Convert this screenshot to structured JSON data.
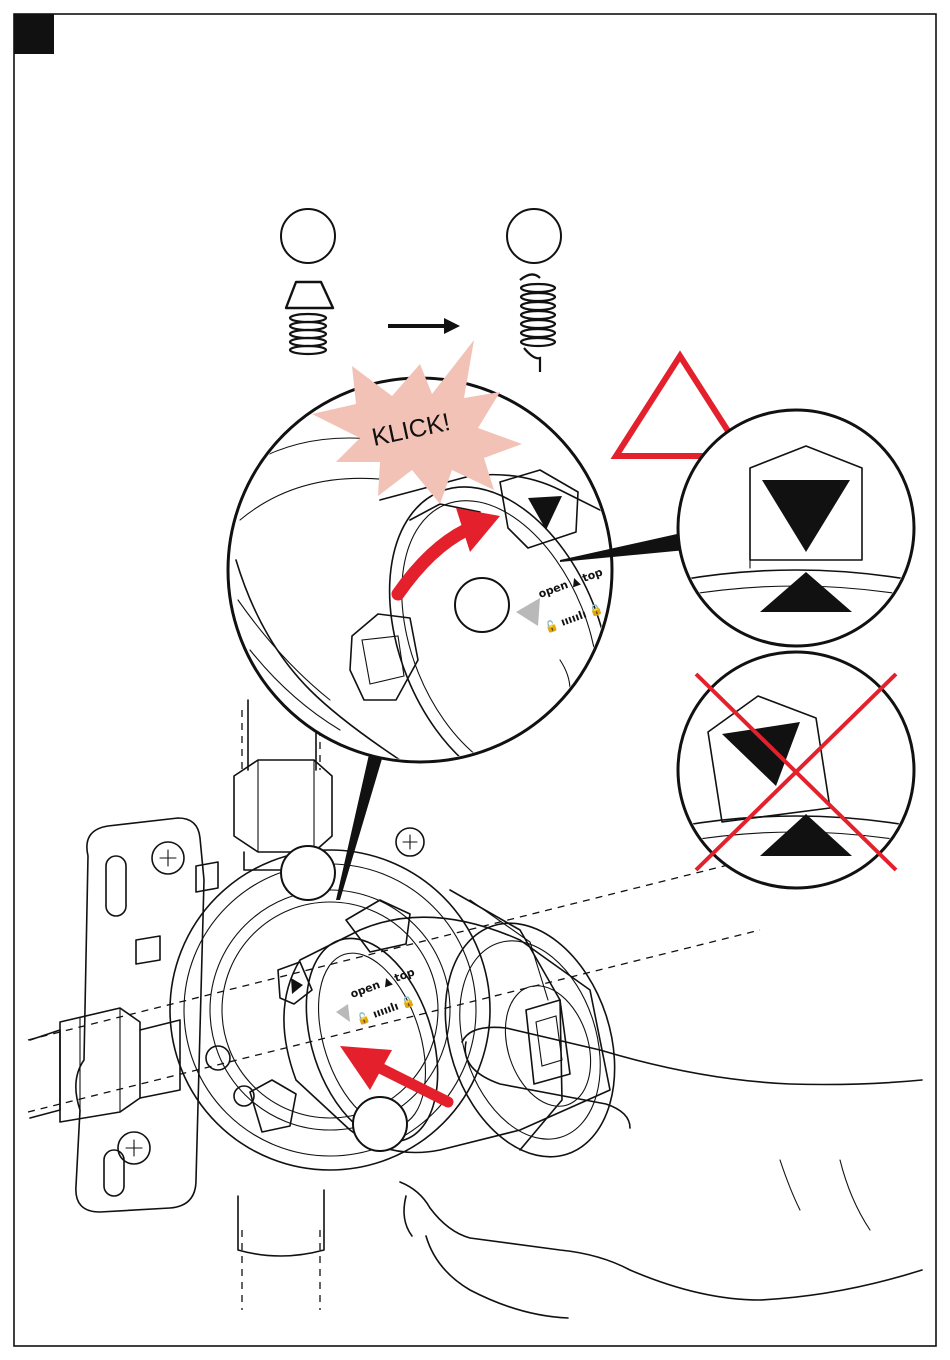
{
  "step": {
    "marker_color": "#111111"
  },
  "callout": {
    "text": "KLICK!",
    "burst_color": "#f2c2b6"
  },
  "dial_labels": {
    "line1": "open ▲ top",
    "line2": "🔓 ııııılı 🔒"
  },
  "colors": {
    "accent": "#e3202c",
    "outline": "#111111",
    "pointer_grey": "#b9b9b9"
  },
  "icons": [
    "plug-cap-spring-icon",
    "bare-spring-icon",
    "warning-triangle-icon",
    "correct-alignment-icon",
    "wrong-alignment-icon",
    "push-arrow-icon",
    "rotate-arrow-icon"
  ]
}
